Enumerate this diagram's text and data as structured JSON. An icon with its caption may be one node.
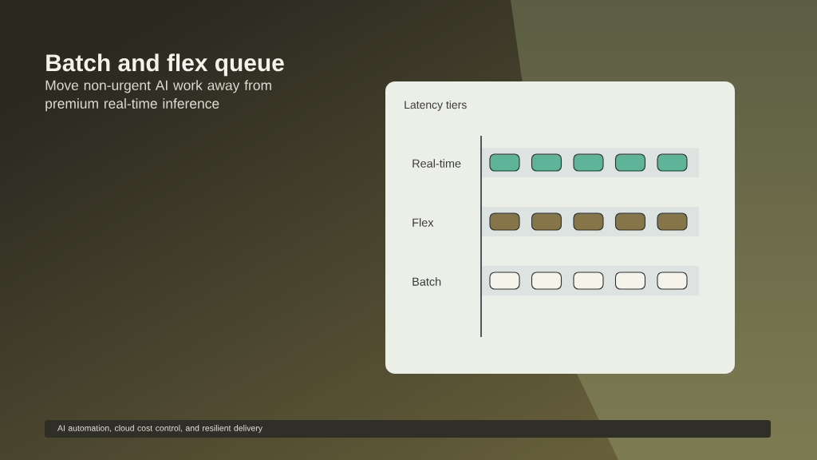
{
  "diagram": {
    "title": "Batch and flex queue",
    "nodes": [
      {
        "text": [
          "Latency tiers"
        ]
      },
      {
        "text": [
          "Real-time"
        ],
        "in": 0
      },
      {
        "text": [],
        "shape": "box",
        "in": 1
      },
      {
        "text": [],
        "shape": "box",
        "in": 1
      },
      {
        "text": [],
        "shape": "box",
        "in": 1
      },
      {
        "text": [],
        "shape": "box",
        "in": 1
      },
      {
        "text": [],
        "shape": "box",
        "in": 1
      },
      {
        "text": [
          "Flex"
        ],
        "in": 0
      },
      {
        "text": [],
        "shape": "box",
        "in": 7
      },
      {
        "text": [],
        "shape": "box",
        "in": 7
      },
      {
        "text": [],
        "shape": "box",
        "in": 7
      },
      {
        "text": [],
        "shape": "box",
        "in": 7
      },
      {
        "text": [],
        "shape": "box",
        "in": 7
      },
      {
        "text": [
          "Batch"
        ],
        "in": 0
      },
      {
        "text": [],
        "shape": "box",
        "in": 13
      },
      {
        "text": [],
        "shape": "box",
        "in": 13
      },
      {
        "text": [],
        "shape": "box",
        "in": 13
      },
      {
        "text": [],
        "shape": "box",
        "in": 13
      },
      {
        "text": [],
        "shape": "box",
        "in": 13
      },
      {
        "text": [
          "AI automation, cloud cost control, and resilient delivery"
        ]
      }
    ],
    "labels": [
      "Move non-urgent AI work away from premium real-time inference"
    ]
  }
}
